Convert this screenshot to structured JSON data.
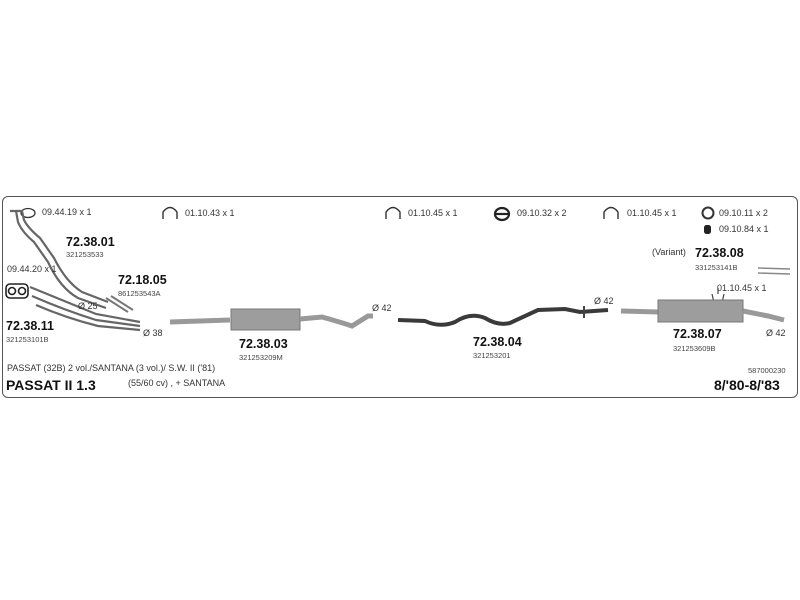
{
  "accessories": [
    {
      "code": "09.44.19 x 1",
      "icon": "clamp-ring-icon"
    },
    {
      "code": "01.10.43 x 1",
      "icon": "rubber-hanger-icon"
    },
    {
      "code": "01.10.45 x 1",
      "icon": "rubber-hanger-icon"
    },
    {
      "code": "09.10.32 x 2",
      "icon": "flange-gasket-icon"
    },
    {
      "code": "01.10.45 x 1",
      "icon": "rubber-hanger-icon"
    },
    {
      "code": "09.10.11 x 2",
      "icon": "ring-icon"
    },
    {
      "code": "09.10.84 x 1",
      "icon": "rubber-block-icon"
    },
    {
      "code": "09.44.20 x 1",
      "icon": "gasket-icon"
    },
    {
      "code": "01.10.45 x 1",
      "icon": "hanger-icon"
    }
  ],
  "parts": [
    {
      "number": "72.38.01",
      "ref": "321253533"
    },
    {
      "number": "72.18.05",
      "ref": "861253543A"
    },
    {
      "number": "72.38.11",
      "ref": "321253101B"
    },
    {
      "number": "72.38.03",
      "ref": "321253209M"
    },
    {
      "number": "72.38.04",
      "ref": "321253201"
    },
    {
      "number": "72.38.08",
      "ref": "331253141B",
      "prefix": "(Variant)"
    },
    {
      "number": "72.38.07",
      "ref": "321253609B"
    }
  ],
  "diameters": [
    "Ø 25",
    "Ø 38",
    "Ø 42",
    "Ø 42",
    "Ø 42"
  ],
  "footer": {
    "model_line": "PASSAT (32B) 2 vol./SANTANA (3 vol.)/ S.W. II ('81)",
    "title": "PASSAT II 1.3",
    "power": "(55/60 cv) , + SANTANA",
    "drawing_code": "587000230",
    "years": "8/'80-8/'83"
  }
}
